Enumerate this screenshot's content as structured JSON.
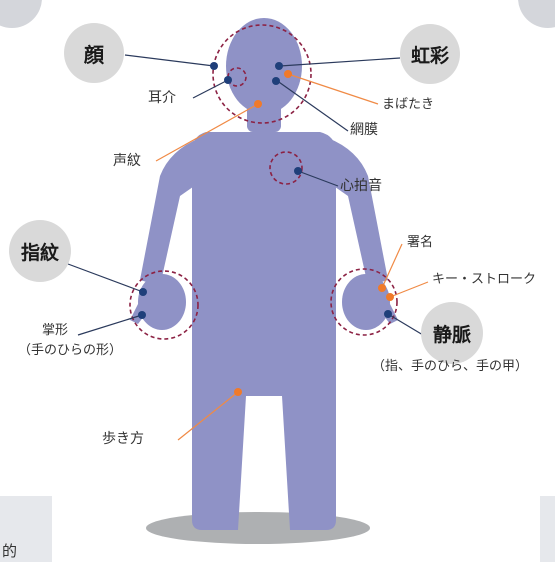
{
  "colors": {
    "body": "#8f92c6",
    "ring": "#8c2244",
    "dot_blue": "#1f3f7a",
    "dot_orange": "#f07a2a",
    "line_dark": "#2b3a5c",
    "line_orange": "#f08a45",
    "badge": "#d9d9d9"
  },
  "badges": {
    "face": "顔",
    "iris": "虹彩",
    "fingerprint": "指紋",
    "vein": "静脈"
  },
  "labels": {
    "ear": "耳介",
    "voice": "声紋",
    "blink": "まばたき",
    "retina": "網膜",
    "heartbeat": "心拍音",
    "signature": "署名",
    "keystroke": "キー・ストローク",
    "palm_shape_line1": "掌形",
    "palm_shape_line2": "（手のひらの形）",
    "vein_sub": "（指、手のひら、手の甲）",
    "gait": "歩き方",
    "cut_text": "的"
  }
}
